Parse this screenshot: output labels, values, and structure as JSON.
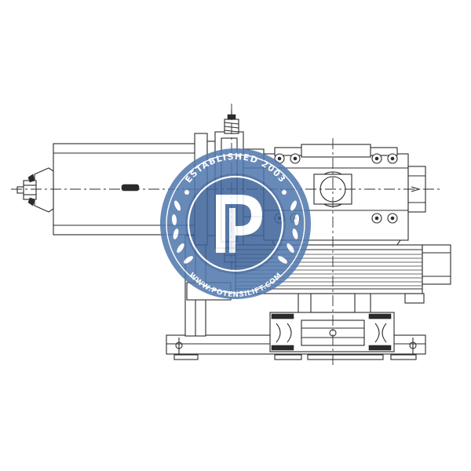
{
  "image": {
    "subject": "motor-gearbox-hoist-machine",
    "view": "front-elevation"
  },
  "watermark": {
    "top_text": "ESTABLISHED 2003",
    "bottom_text": "WWW.POTENSILIFT.COM",
    "colors": {
      "primary": "#5077ad",
      "ring": "#3d6499",
      "light": "#ffffff"
    }
  },
  "line_color": "#2b2b2b"
}
